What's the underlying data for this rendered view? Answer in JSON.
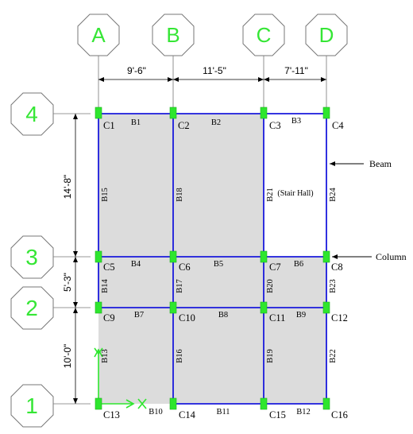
{
  "grid_lines": {
    "letters": [
      "A",
      "B",
      "C",
      "D"
    ],
    "numbers": [
      "4",
      "3",
      "2",
      "1"
    ]
  },
  "dimensions": {
    "horizontal": [
      "9'-6\"",
      "11'-5\"",
      "7'-11\""
    ],
    "vertical": [
      "14'-8\"",
      "5'-3\"",
      "10'-0\""
    ]
  },
  "columns": [
    "C1",
    "C2",
    "C3",
    "C4",
    "C5",
    "C6",
    "C7",
    "C8",
    "C9",
    "C10",
    "C11",
    "C12",
    "C13",
    "C14",
    "C15",
    "C16"
  ],
  "beams": {
    "horizontal": [
      "B1",
      "B2",
      "B3",
      "B4",
      "B5",
      "B6",
      "B7",
      "B8",
      "B9",
      "B10",
      "B11",
      "B12"
    ],
    "vertical": [
      "B15",
      "B18",
      "B21",
      "B24",
      "B14",
      "B17",
      "B20",
      "B23",
      "B13",
      "B16",
      "B19",
      "B22"
    ]
  },
  "room_label": "(Stair Hall)",
  "annotations": {
    "beam": "Beam",
    "column": "Column"
  },
  "colors": {
    "bubble_text": "#35e635",
    "column_fill": "#2ee62e",
    "beam_line": "#1a1adc",
    "slab_fill": "#dcdcdc"
  }
}
